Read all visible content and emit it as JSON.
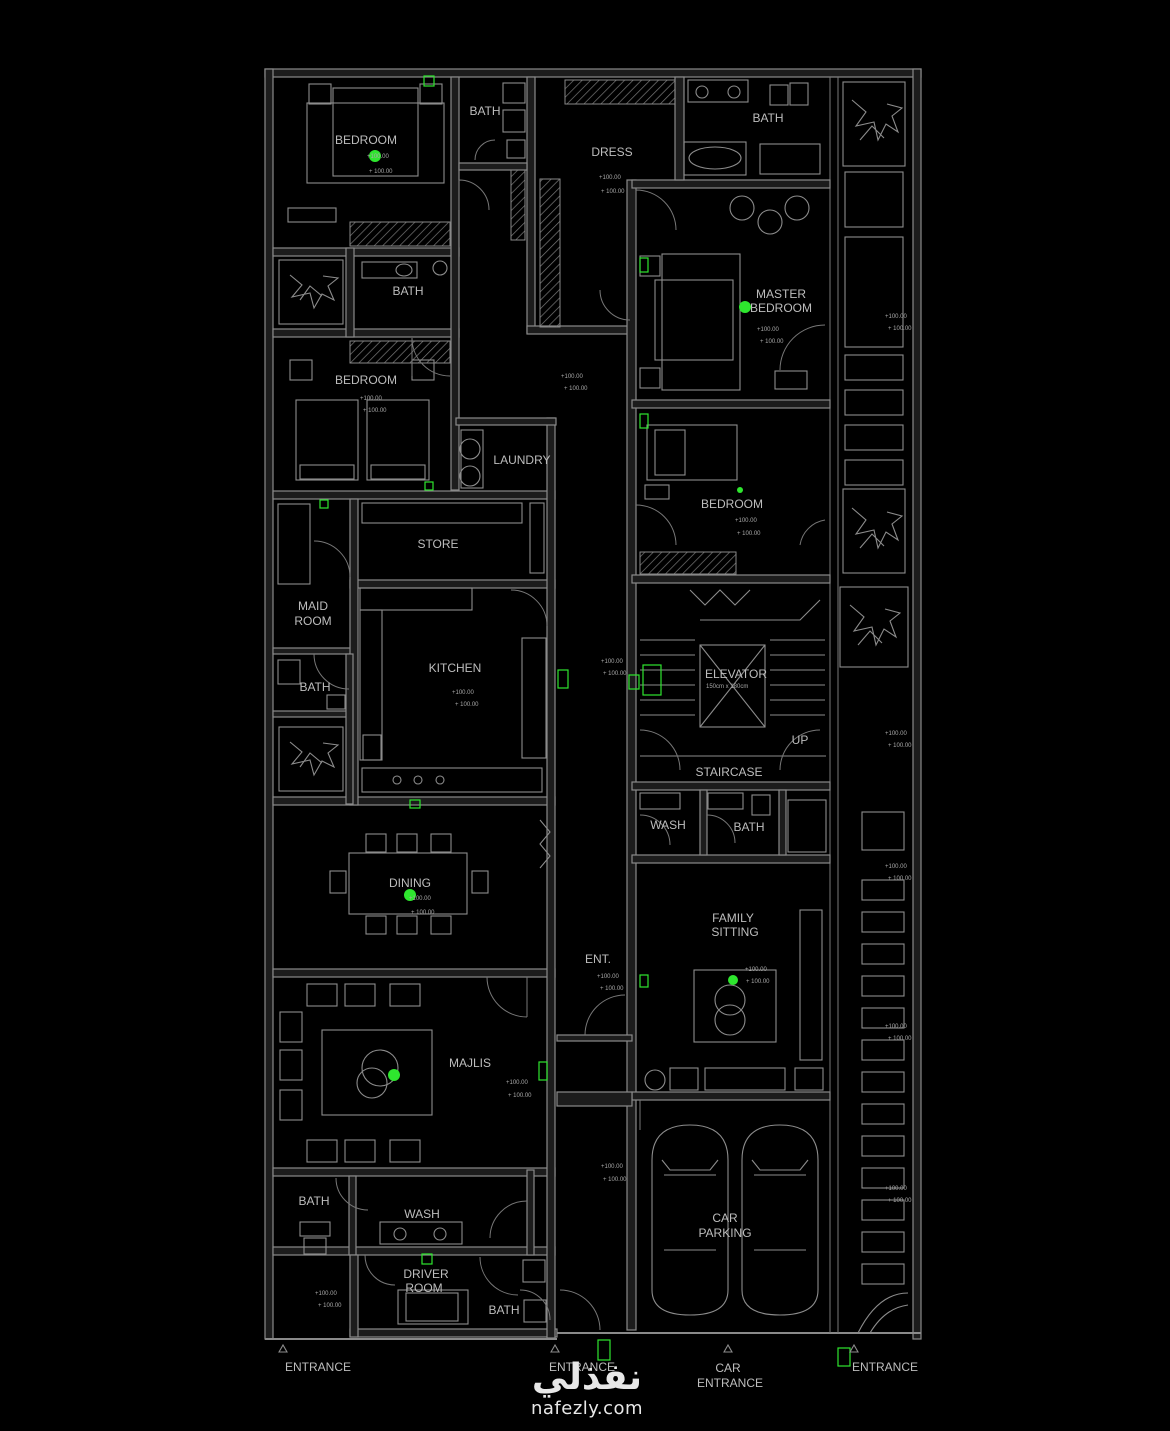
{
  "rooms": {
    "bedroom_1": "BEDROOM",
    "bath_1": "BATH",
    "dress": "DRESS",
    "bath_master": "BATH",
    "bath_2": "BATH",
    "master_line1": "MASTER",
    "master_line2": "BEDROOM",
    "bedroom_2": "BEDROOM",
    "laundry": "LAUNDRY",
    "bedroom_3": "BEDROOM",
    "store": "STORE",
    "maid_line1": "MAID",
    "maid_line2": "ROOM",
    "kitchen": "KITCHEN",
    "elevator": "ELEVATOR",
    "elevator_size": "150cm x 180cm",
    "bath_maid": "BATH",
    "up": "UP",
    "staircase": "STAIRCASE",
    "wash_1": "WASH",
    "bath_3": "BATH",
    "dining": "DINING",
    "family_line1": "FAMILY",
    "family_line2": "SITTING",
    "ent": "ENT.",
    "majlis": "MAJLIS",
    "bath_4": "BATH",
    "wash_2": "WASH",
    "car_line1": "CAR",
    "car_line2": "PARKING",
    "driver_line1": "DRIVER",
    "driver_line2": "ROOM",
    "bath_driver": "BATH"
  },
  "levels": {
    "top": "+100.00",
    "bottom": "+ 100.00"
  },
  "entrances": {
    "left": "ENTRANCE",
    "center": "ENTRANCE",
    "car_line1": "CAR",
    "car_line2": "ENTRANCE",
    "right": "ENTRANCE"
  },
  "watermark": {
    "arabic": "نفذلي",
    "latin": "nafezly.com"
  },
  "colors": {
    "background": "#000000",
    "walls": "#8a8a8a",
    "labels": "#bdbdbd",
    "annotation": "#2ee62e"
  }
}
